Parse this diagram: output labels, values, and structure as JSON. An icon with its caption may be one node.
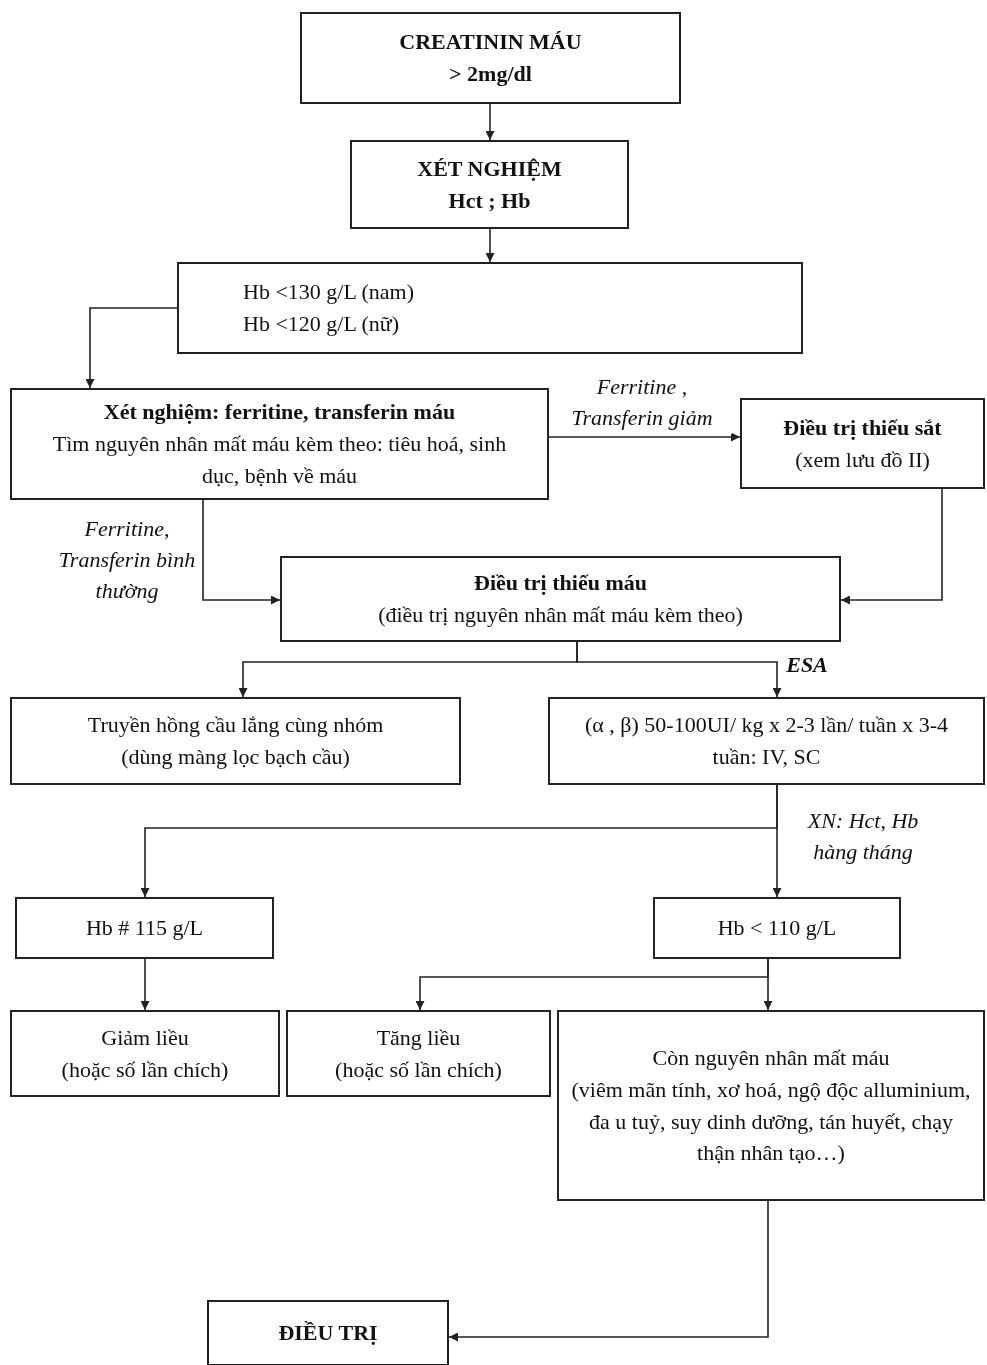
{
  "diagram": {
    "nodes": [
      {
        "text": [
          "CREATININ MÁU",
          "> 2mg/dl"
        ]
      },
      {
        "text": [
          "XÉT NGHIỆM",
          "Hct ; Hb"
        ]
      },
      {
        "text": [
          "Hb <130 g/L (nam)",
          "Hb <120 g/L (nữ)"
        ]
      },
      {
        "text": [
          "Xét nghiệm: ferritine, transferin máu",
          "Tìm nguyên nhân mất máu kèm theo: tiêu hoá, sinh dục, bệnh về máu"
        ]
      },
      {
        "text": [
          "Điều trị thiếu sắt",
          "(xem lưu đồ II)"
        ]
      },
      {
        "text": [
          "Điều trị thiếu máu",
          "(điều trị nguyên nhân mất máu kèm theo)"
        ]
      },
      {
        "text": [
          "Truyền hồng cầu lắng cùng nhóm",
          "(dùng màng lọc bạch cầu)"
        ]
      },
      {
        "text": [
          "(α , β) 50-100UI/ kg x 2-3 lần/ tuần x 3-4 tuần: IV, SC"
        ]
      },
      {
        "text": [
          "Hb # 115 g/L"
        ]
      },
      {
        "text": [
          "Hb < 110 g/L"
        ]
      },
      {
        "text": [
          "Giảm liều",
          "(hoặc số lần chích)"
        ]
      },
      {
        "text": [
          "Tăng liều",
          "(hoặc số lần chích)"
        ]
      },
      {
        "text": [
          "Còn nguyên nhân mất máu",
          "(viêm mãn tính, xơ hoá, ngộ độc alluminium, đa u tuỷ, suy dinh dưỡng, tán huyết, chạy thận nhân tạo…)"
        ]
      },
      {
        "text": [
          "ĐIỀU TRỊ"
        ]
      }
    ],
    "edges": [
      {
        "from": 0,
        "to": 1,
        "arrow": "to"
      },
      {
        "from": 1,
        "to": 2,
        "arrow": "to"
      },
      {
        "from": 2,
        "to": 3,
        "arrow": "to"
      },
      {
        "from": 3,
        "to": 4,
        "arrow": "to",
        "label": "Ferritine , Transferin giảm"
      },
      {
        "from": 3,
        "to": 5,
        "arrow": "to",
        "label": "Ferritine, Transferin bình thường"
      },
      {
        "from": 4,
        "to": 5,
        "arrow": "to"
      },
      {
        "from": 5,
        "to": 6,
        "arrow": "to"
      },
      {
        "from": 5,
        "to": 7,
        "arrow": "to",
        "label": "ESA"
      },
      {
        "from": 7,
        "to": 8,
        "arrow": "to"
      },
      {
        "from": 7,
        "to": 9,
        "arrow": "to",
        "label": "XN: Hct, Hb hàng tháng"
      },
      {
        "from": 8,
        "to": 10,
        "arrow": "to"
      },
      {
        "from": 9,
        "to": 11,
        "arrow": "to"
      },
      {
        "from": 9,
        "to": 12,
        "arrow": "to"
      },
      {
        "from": 12,
        "to": 13,
        "arrow": "to"
      }
    ]
  }
}
